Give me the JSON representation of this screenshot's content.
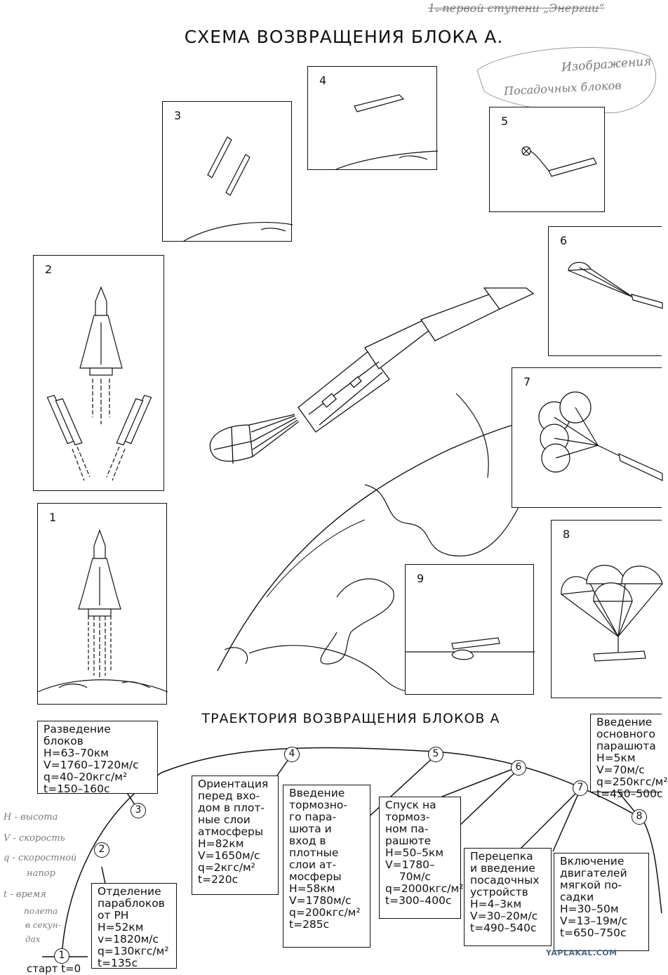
{
  "title": "СХЕМА ВОЗВРАЩЕНИЯ БЛОКА А.",
  "subtitle": "ТРАЕКТОРИЯ ВОЗВРАЩЕНИЯ БЛОКОВ А",
  "panels": [
    {
      "num": "1"
    },
    {
      "num": "2"
    },
    {
      "num": "3"
    },
    {
      "num": "4"
    },
    {
      "num": "5"
    },
    {
      "num": "6"
    },
    {
      "num": "7"
    },
    {
      "num": "8"
    },
    {
      "num": "9"
    }
  ],
  "nodes": [
    "1",
    "2",
    "3",
    "4",
    "5",
    "6",
    "7",
    "8"
  ],
  "start_label": "старт t=0",
  "info_boxes": [
    {
      "lines": [
        "Разведение",
        "блоков",
        "H=63–70км",
        "V=1760–1720м/с",
        "q=40–20кгс/м²",
        "t=150–160с"
      ]
    },
    {
      "lines": [
        "Отделение",
        "параблоков",
        "от РН",
        "H=52км",
        "v=1820м/с",
        "q=130кгс/м²",
        "t=135с"
      ]
    },
    {
      "lines": [
        "Ориентация",
        "перед вхо-",
        "дом в плот-",
        "ные слои",
        "атмосферы",
        "H=82км",
        "V=1650м/с",
        "q=2кгс/м²",
        "t=220с"
      ]
    },
    {
      "lines": [
        "Введение",
        "тормозно-",
        "го пара-",
        "шюта и",
        "вход в",
        "плотные",
        "слои ат-",
        "мосферы",
        "H=58км",
        "V=1780м/с",
        "q=200кгс/м²",
        "t=285с"
      ]
    },
    {
      "lines": [
        "Спуск на",
        "тормоз-",
        "ном па-",
        "рашюте",
        "H=50–5км",
        "V=1780–",
        "    70м/с",
        "q=2000кгс/м²",
        "t=300–400с"
      ]
    },
    {
      "lines": [
        "Перецепка",
        "и введение",
        "посадочных",
        "устройств",
        "H=4–3км",
        "V=30–20м/с",
        "t=490–540с"
      ]
    },
    {
      "lines": [
        "Включение",
        "двигателей",
        "мягкой по-",
        "садки",
        "H=30–50м",
        "V=13–19м/с",
        "t=650–750с"
      ]
    },
    {
      "lines": [
        "Введение",
        "основного",
        "парашюта",
        "H=5км",
        "V=70м/с",
        "q=250кгс/м²",
        "t=450–500с"
      ]
    }
  ],
  "handwriting": {
    "top1": "1. первой ступени „Энергии“",
    "top2": "Изображения",
    "top3": "Посадочных блоков",
    "legend": [
      "H - высота",
      "V - скорость",
      "q - скоростной",
      "напор",
      "t - время",
      "полета",
      "в секун-",
      "дах"
    ]
  },
  "watermark": "YAPLAKAL.COM"
}
